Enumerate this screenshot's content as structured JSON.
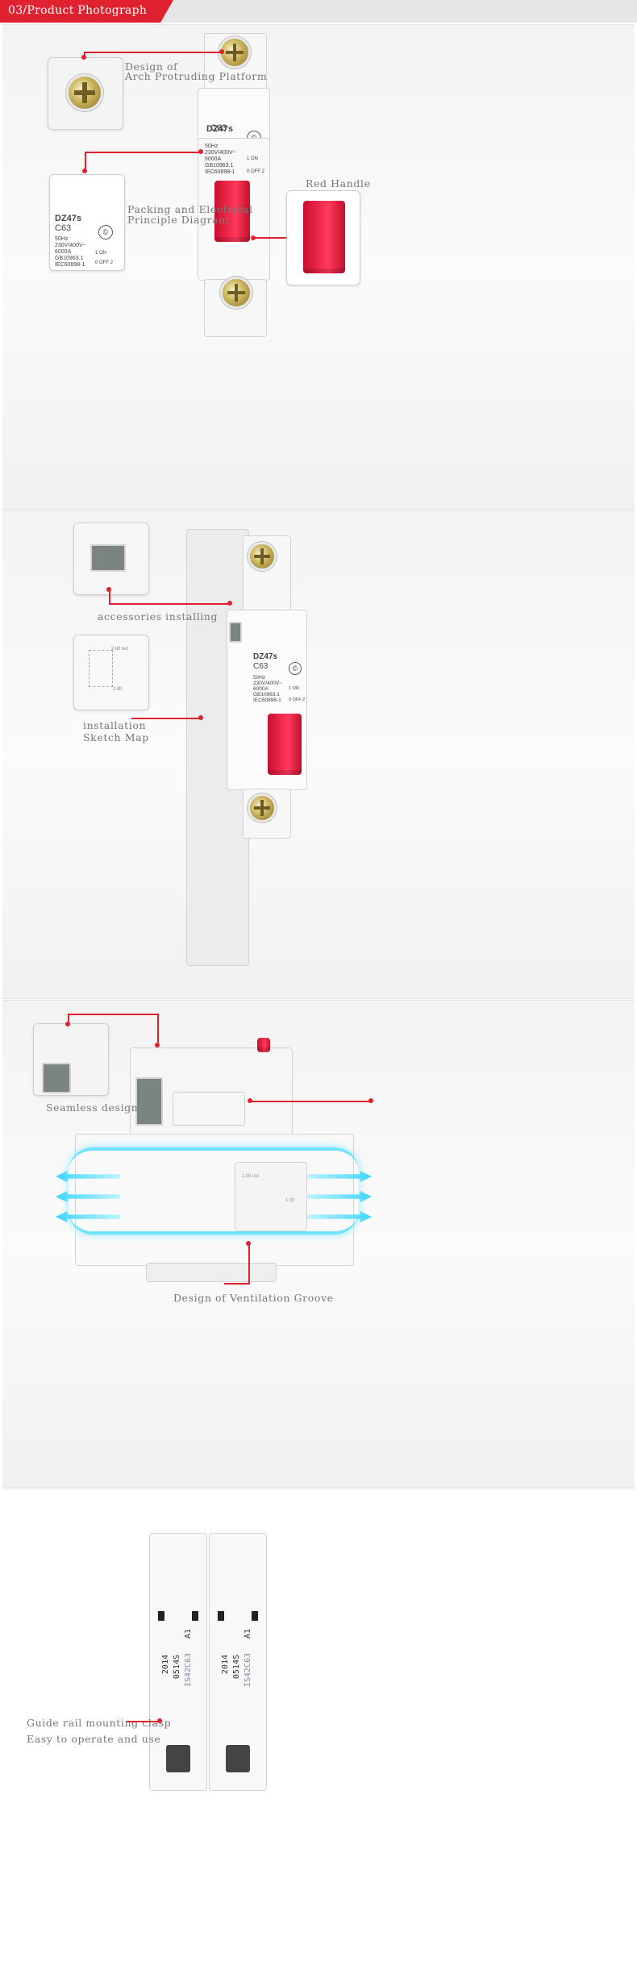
{
  "header": {
    "title": "03/Product Photograph"
  },
  "section1": {
    "arch_label_1": "Design of",
    "arch_label_2": "Arch Protruding Platform",
    "packing_label_1": "Packing and Electrical",
    "packing_label_2": "Principle Diagram",
    "red_handle_label": "Red Handle",
    "device": {
      "model": "DZ47s",
      "rating": "C63",
      "freq": "50Hz",
      "voltage": "230V/400V~",
      "capacity": "6000A",
      "std1": "GB10963.1",
      "std2": "IEC60898-1",
      "on": "1 ON",
      "off": "0 OFF 2"
    },
    "inset_device": {
      "model": "DZ47s",
      "rating": "C63",
      "freq": "50Hz",
      "voltage": "230V/400V~",
      "capacity": "6000A",
      "std1": "GB10963.1",
      "std2": "IEC60898-1",
      "on": "1 ON",
      "off": "0 OFF 2"
    }
  },
  "section2": {
    "accessories_label": "accessories installing",
    "install_label_1": "installation",
    "install_label_2": "Sketch Map",
    "sketch_out": "2.tilt out",
    "sketch_lift": "1.lift",
    "device": {
      "model": "DZ47s",
      "rating": "C63",
      "freq": "50Hz",
      "voltage": "230V/400V~",
      "capacity": "6000A",
      "std1": "GB10963.1",
      "std2": "IEC60898-1",
      "on": "1 ON",
      "off": "0 OFF 2"
    }
  },
  "section3": {
    "seamless_label": "Seamless design",
    "ventilation_label": "Design of Ventilation Groove",
    "sketch_out": "2.tilt out",
    "sketch_lift": "1.lift"
  },
  "section4": {
    "clasp_label_1": "Guide rail mounting clasp",
    "clasp_label_2": "Easy to operate and use",
    "stamp_a": "2014",
    "stamp_b": "0514S",
    "stamp_c": "A1",
    "stamp_d": "IS42C63"
  },
  "colors": {
    "accent": "#e0212f",
    "handle": "#f0294d",
    "airflow": "#3fd6ff"
  }
}
